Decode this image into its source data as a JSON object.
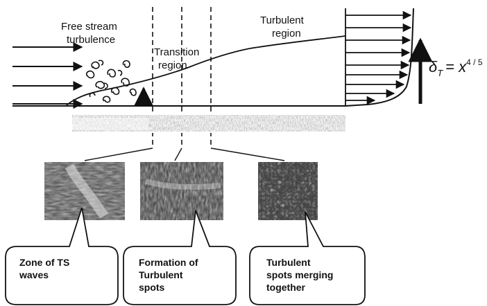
{
  "labels": {
    "free_stream_line1": "Free stream",
    "free_stream_line2": "turbulence",
    "transition_line1": "Transition",
    "transition_line2": "region",
    "turbulent_region": "Turbulent",
    "turbulent_region_line2": "region"
  },
  "formula": {
    "lhs_symbol": "δ",
    "lhs_subscript": "T",
    "equals": "= ",
    "base": "x",
    "exponent": "4 / 5"
  },
  "callouts": [
    {
      "line1": "Zone of  TS",
      "line2": "waves",
      "line3": ""
    },
    {
      "line1": "Formation of",
      "line2": "Turbulent",
      "line3": "spots"
    },
    {
      "line1": "Turbulent",
      "line2": "spots merging",
      "line3": "together"
    }
  ],
  "colors": {
    "ink": "#111111",
    "photo_dark": "#2a2a2a",
    "photo_mid": "#6b6b6b",
    "photo_light": "#d8d8d8"
  }
}
